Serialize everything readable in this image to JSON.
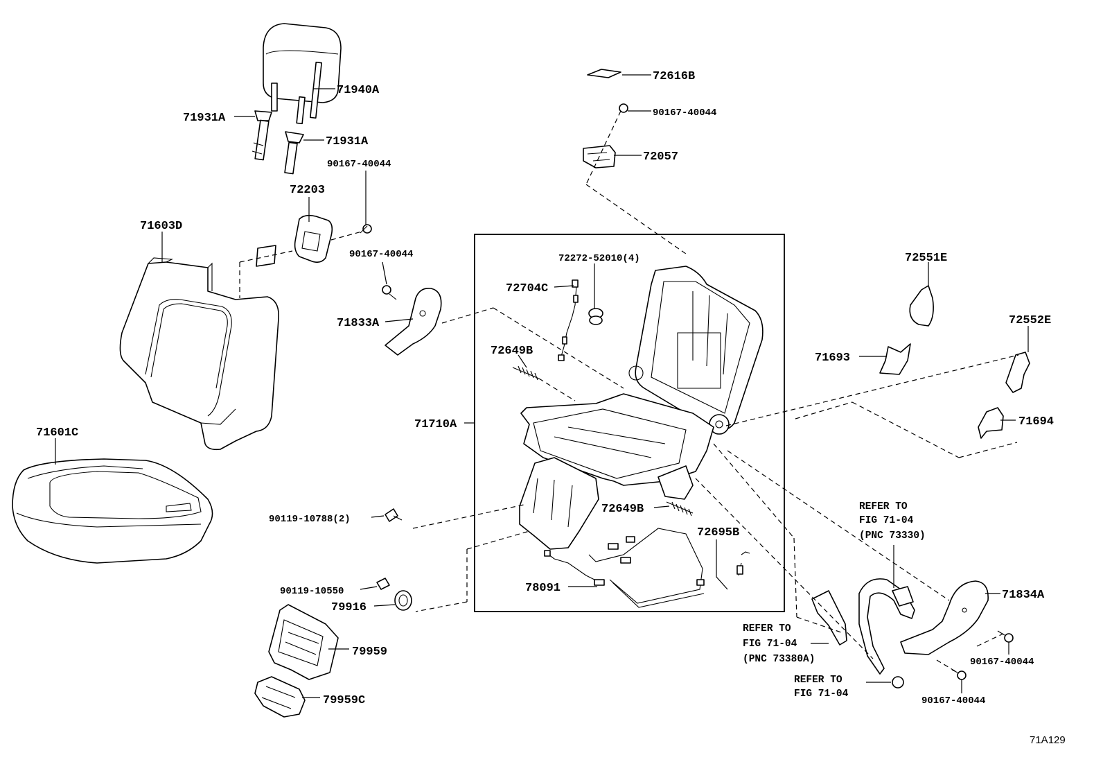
{
  "diagram_id": "71A129",
  "callouts": {
    "p72616B": "72616B",
    "p90167_40044_top": "90167-40044",
    "p72057": "72057",
    "p71940A": "71940A",
    "p71931A_left": "71931A",
    "p71931A_right": "71931A",
    "p90167_40044_hr": "90167-40044",
    "p72203": "72203",
    "p71603D": "71603D",
    "p90167_40044_mid": "90167-40044",
    "p71833A": "71833A",
    "p72272": "72272-52010(4)",
    "p72704C": "72704C",
    "p72649B_top": "72649B",
    "p71710A": "71710A",
    "p71601C": "71601C",
    "p90119_10788": "90119-10788(2)",
    "p72649B_bot": "72649B",
    "p72695B": "72695B",
    "p78091": "78091",
    "p90119_10550": "90119-10550",
    "p79916": "79916",
    "p79959": "79959",
    "p79959C": "79959C",
    "p72551E": "72551E",
    "p72552E": "72552E",
    "p71693": "71693",
    "p71694": "71694",
    "p71834A": "71834A",
    "p90167_40044_r1": "90167-40044",
    "p90167_40044_r2": "90167-40044"
  },
  "references": {
    "ref1": {
      "line1": "REFER TO",
      "line2": "FIG 71-04",
      "line3": "(PNC 73330)"
    },
    "ref2": {
      "line1": "REFER TO",
      "line2": "FIG 71-04",
      "line3": "(PNC 73380A)"
    },
    "ref3": {
      "line1": "REFER TO",
      "line2": "FIG 71-04"
    }
  }
}
